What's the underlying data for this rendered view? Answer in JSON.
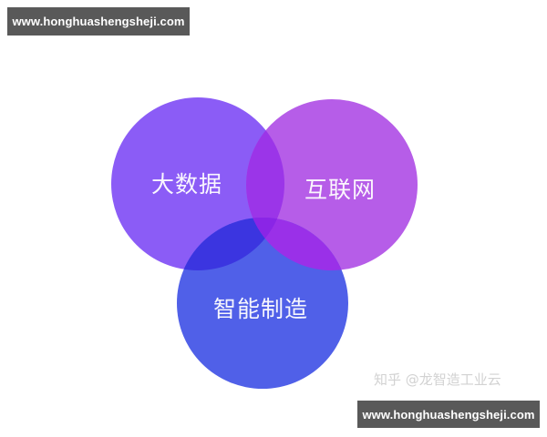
{
  "banners": {
    "top": "www.honghuashengsheji.com",
    "bottom": "www.honghuashengsheji.com"
  },
  "diagram": {
    "type": "venn",
    "sets": [
      {
        "id": "left",
        "label": "大数据",
        "color": "#8b5cf6"
      },
      {
        "id": "right",
        "label": "互联网",
        "color": "#b65de8"
      },
      {
        "id": "bottom",
        "label": "智能制造",
        "color": "#5060e8"
      }
    ],
    "overlap_colors": {
      "left_right": "#9b35e8",
      "left_bottom": "#3b35e0",
      "right_bottom": "#9a30e8",
      "all": "#8a25e6"
    }
  },
  "watermark": "知乎 @龙智造工业云"
}
